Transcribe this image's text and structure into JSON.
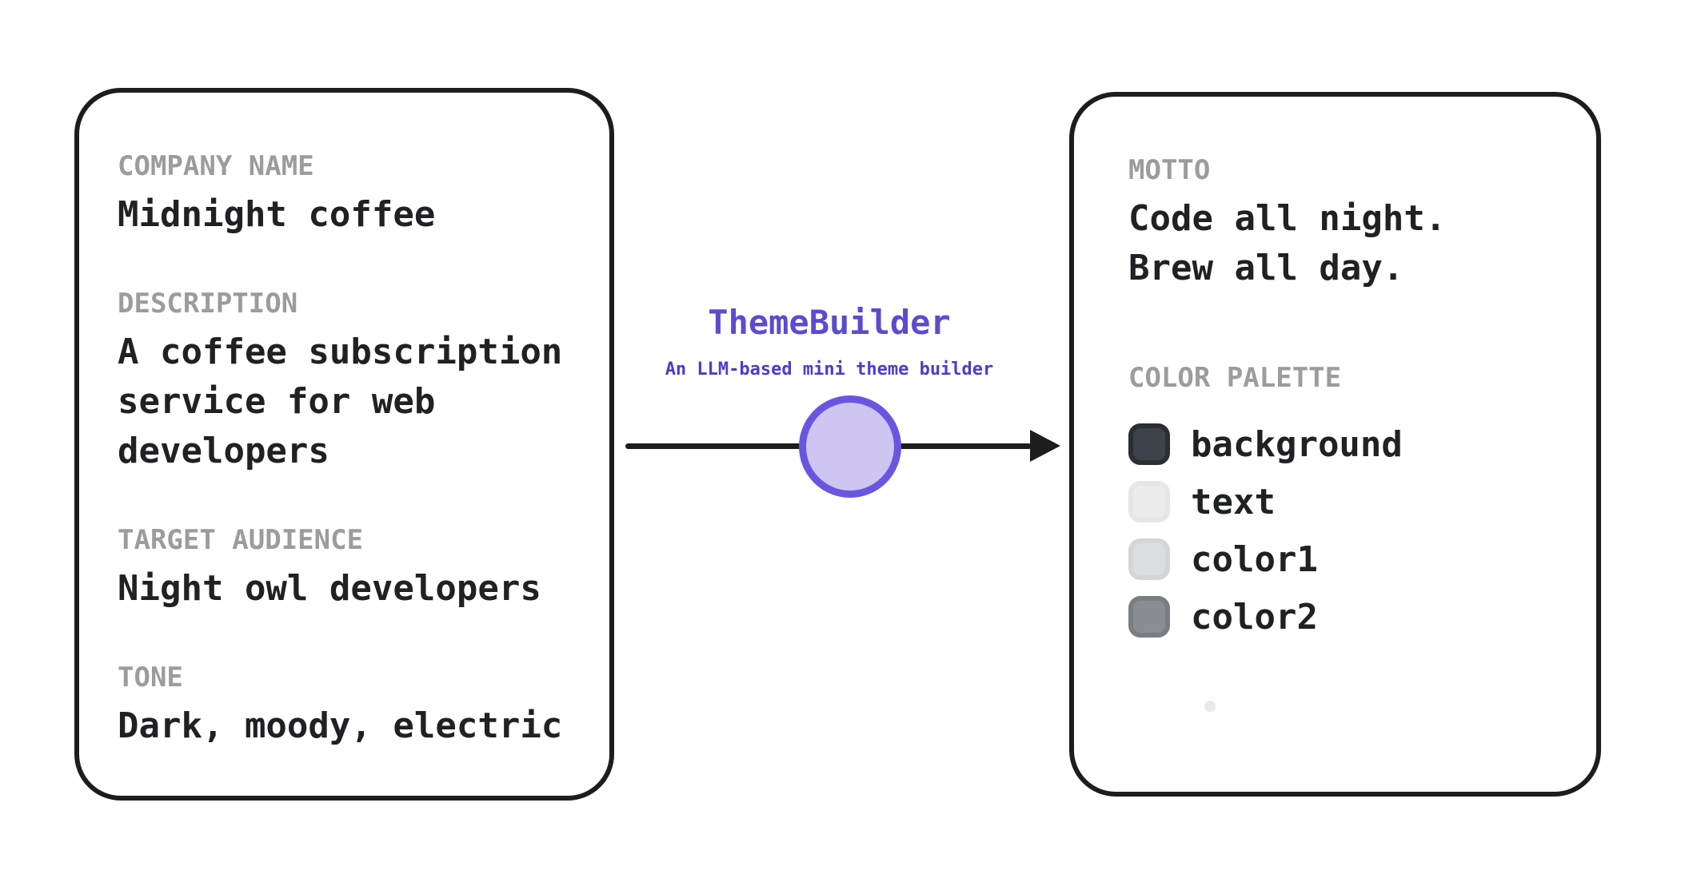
{
  "diagram": {
    "title": "ThemeBuilder",
    "subtitle": "An LLM-based mini theme builder",
    "title_color": "#5b4ccf",
    "subtitle_color": "#4b3cd1",
    "node_fill": "#cec5f1",
    "node_stroke": "#6956e0",
    "arrow_color": "#1d1d1f"
  },
  "input_card": {
    "fields": [
      {
        "label": "COMPANY NAME",
        "value": "Midnight coffee"
      },
      {
        "label": "DESCRIPTION",
        "value": "A coffee subscription service for web developers"
      },
      {
        "label": "TARGET AUDIENCE",
        "value": "Night owl developers"
      },
      {
        "label": "TONE",
        "value": "Dark, moody, electric"
      }
    ]
  },
  "output_card": {
    "motto_label": "MOTTO",
    "motto_lines": [
      "Code all night.",
      "Brew all day."
    ],
    "palette_label": "COLOR PALETTE",
    "palette": [
      {
        "name": "background",
        "fill": "#3e434b",
        "border": "#2b2e33"
      },
      {
        "name": "text",
        "fill": "#ececed",
        "border": "#e5e6e8"
      },
      {
        "name": "color1",
        "fill": "#dcddde",
        "border": "#d4d5d7"
      },
      {
        "name": "color2",
        "fill": "#8a8e93",
        "border": "#7a7e84"
      }
    ]
  }
}
